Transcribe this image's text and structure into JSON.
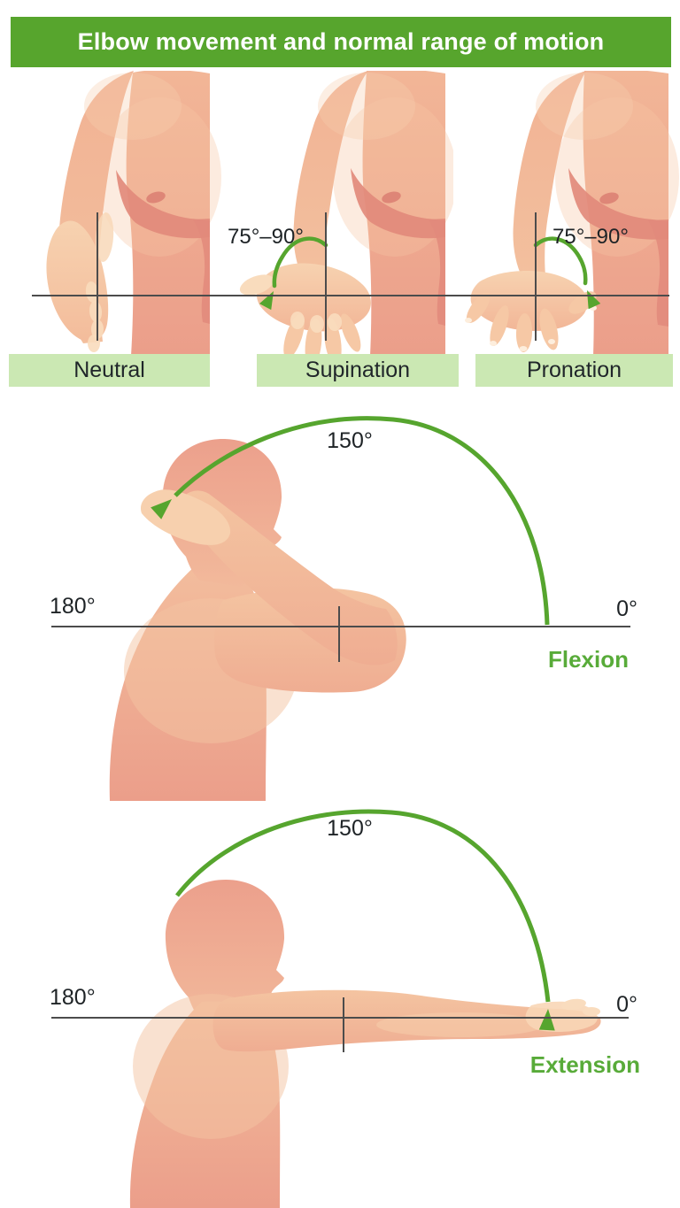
{
  "title": "Elbow movement and normal range of motion",
  "colors": {
    "header_green": "#57a52d",
    "light_green_bar": "#cbe8b3",
    "arc_green": "#56a52e",
    "motion_label_green": "#58ab39",
    "reference_line": "#4c4c4c",
    "skin_light": "#f6cba8",
    "skin_dark": "#eb9e8a"
  },
  "top_row": {
    "panels": [
      {
        "label": "Neutral",
        "angle": ""
      },
      {
        "label": "Supination",
        "angle": "75°–90°"
      },
      {
        "label": "Pronation",
        "angle": "75°–90°"
      }
    ]
  },
  "flexion": {
    "arc_angle": "150°",
    "scale_left": "180°",
    "scale_right": "0°",
    "label": "Flexion"
  },
  "extension": {
    "arc_angle": "150°",
    "scale_left": "180°",
    "scale_right": "0°",
    "label": "Extension"
  }
}
